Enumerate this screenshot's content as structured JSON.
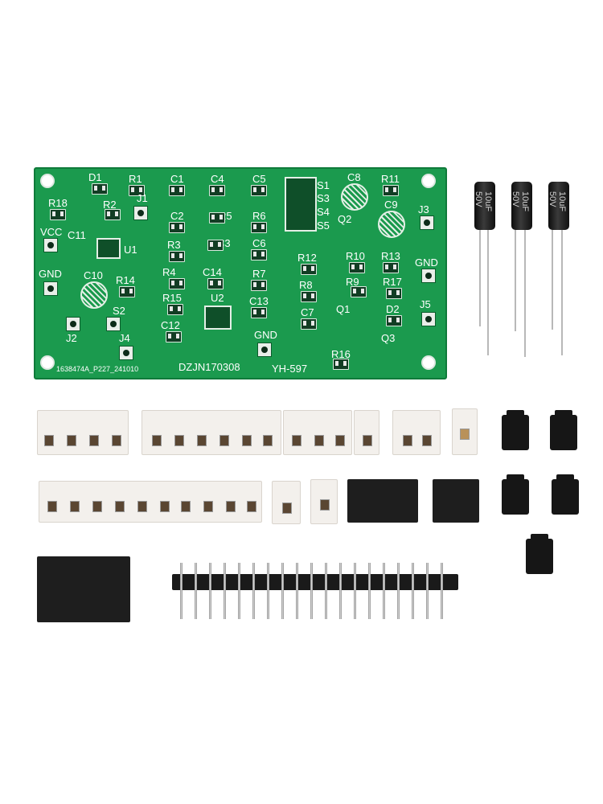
{
  "image_title": "",
  "board": {
    "labels": [
      {
        "text": "D1"
      },
      {
        "text": "R1"
      },
      {
        "text": "C1"
      },
      {
        "text": "C4"
      },
      {
        "text": "C5"
      },
      {
        "text": "S1"
      },
      {
        "text": "S3"
      },
      {
        "text": "S4"
      },
      {
        "text": "S5"
      },
      {
        "text": "C8"
      },
      {
        "text": "R11"
      },
      {
        "text": "R18"
      },
      {
        "text": "R2"
      },
      {
        "text": "J1"
      },
      {
        "text": "C2"
      },
      {
        "text": "R5"
      },
      {
        "text": "R6"
      },
      {
        "text": "C9"
      },
      {
        "text": "J3"
      },
      {
        "text": "VCC"
      },
      {
        "text": "C11"
      },
      {
        "text": "U1"
      },
      {
        "text": "R3"
      },
      {
        "text": "C3"
      },
      {
        "text": "C6"
      },
      {
        "text": "Q2"
      },
      {
        "text": "R12"
      },
      {
        "text": "R10"
      },
      {
        "text": "R13"
      },
      {
        "text": "GND"
      },
      {
        "text": "GND"
      },
      {
        "text": "C10"
      },
      {
        "text": "R14"
      },
      {
        "text": "R4"
      },
      {
        "text": "C14"
      },
      {
        "text": "R7"
      },
      {
        "text": "R9"
      },
      {
        "text": "R17"
      },
      {
        "text": "R8"
      },
      {
        "text": "R15"
      },
      {
        "text": "U2"
      },
      {
        "text": "C13"
      },
      {
        "text": "S2"
      },
      {
        "text": "Q1"
      },
      {
        "text": "D2"
      },
      {
        "text": "J5"
      },
      {
        "text": "C7"
      },
      {
        "text": "J2"
      },
      {
        "text": "C12"
      },
      {
        "text": "J4"
      },
      {
        "text": "GND"
      },
      {
        "text": "Q3"
      },
      {
        "text": "R16"
      }
    ],
    "footer_code": "1638474A_P227_241010",
    "model": "DZJN170308",
    "kit_name": "YH-597"
  },
  "capacitor_marking": "10uF 50V",
  "colors": {
    "pcb": "#1b9a4e",
    "silkscreen": "#ffffff",
    "background": "#ffffff"
  }
}
